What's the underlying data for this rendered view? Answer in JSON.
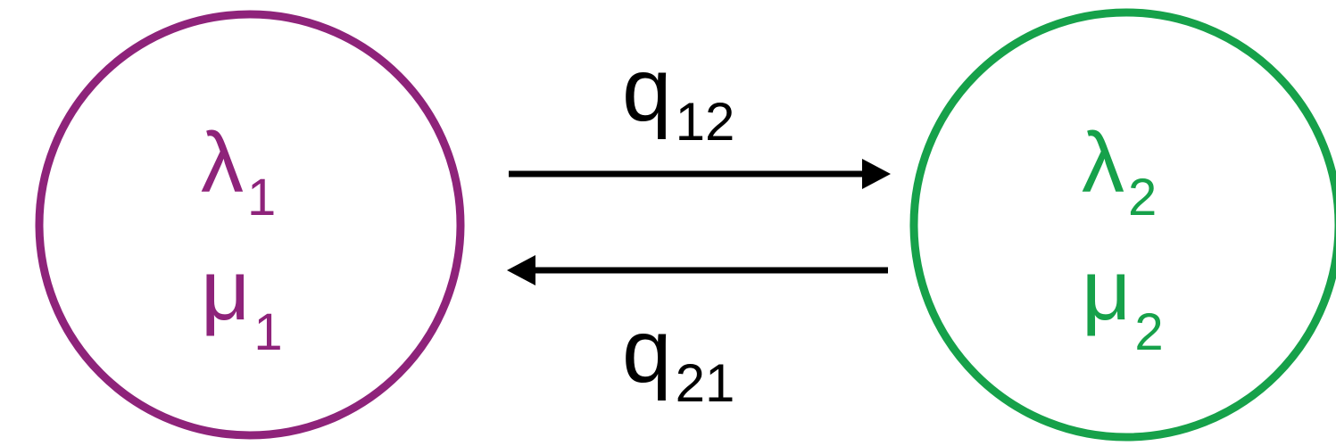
{
  "states": [
    {
      "id": "state-1",
      "symbol_lambda": "λ",
      "symbol_lambda_sub": "1",
      "symbol_mu": "μ",
      "symbol_mu_sub": "1",
      "color": "#8E237A"
    },
    {
      "id": "state-2",
      "symbol_lambda": "λ",
      "symbol_lambda_sub": "2",
      "symbol_mu": "μ",
      "symbol_mu_sub": "2",
      "color": "#16A14A"
    }
  ],
  "transitions": [
    {
      "id": "q12",
      "from": "state-1",
      "to": "state-2",
      "label": "q",
      "label_sub": "12",
      "color": "#000000"
    },
    {
      "id": "q21",
      "from": "state-2",
      "to": "state-1",
      "label": "q",
      "label_sub": "21",
      "color": "#000000"
    }
  ]
}
